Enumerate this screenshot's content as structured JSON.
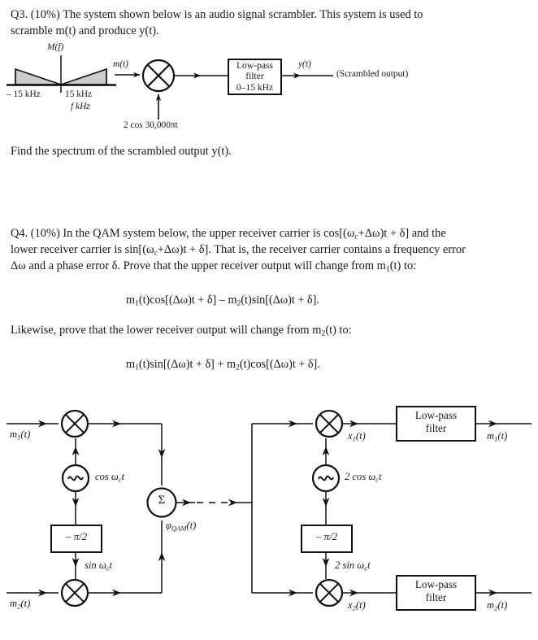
{
  "document": {
    "questions": [
      {
        "id": "q3",
        "number": "Q3.",
        "weight": "(10%)",
        "body_line1": "Q3. (10%) The system shown below is an audio signal scrambler. This system is used to",
        "body_line2": "scramble m(t) and produce y(t).",
        "closing": "Find the spectrum of the scrambled output y(t).",
        "figure": {
          "spectrum_label": "M(f)",
          "axis_left_label": "– 15 kHz",
          "axis_right_label": "15 kHz",
          "axis_unit_label": "f kHz",
          "input_signal_label": "m(t)",
          "carrier_label": "2 cos 30,000πt",
          "filter_line1": "Low-pass",
          "filter_line2": "filter",
          "filter_line3": "0–15 kHz",
          "output_signal_label": "y(t)",
          "output_note": "(Scrambled output)"
        }
      },
      {
        "id": "q4",
        "number": "Q4.",
        "weight": "(10%)",
        "body_line1": "Q4. (10%) In the QAM system below, the upper receiver carrier is cos[(ωc+Δω)t + δ] and the",
        "body_line2": "lower receiver carrier is sin[(ωc+Δω)t + δ]. That is, the receiver carrier contains a frequency error",
        "body_line3": "Δω and a phase error δ.  Prove that the upper receiver output will change from m1(t) to:",
        "equation1": "m1(t)cos[(Δω)t + δ] – m2(t)sin[(Δω)t + δ].",
        "body_line4": "Likewise, prove that the lower receiver output will change from m2(t) to:",
        "equation2": "m1(t)sin[(Δω)t + δ] + m2(t)cos[(Δω)t + δ].",
        "figure": {
          "tx_input_upper": "m1(t)",
          "tx_input_lower": "m2(t)",
          "tx_osc_label": "cos ωct",
          "tx_phase_shift": "– π/2",
          "tx_sin_label": "sin ωct",
          "summer_symbol": "Σ",
          "qam_signal_label": "φQAM(t)",
          "rx_osc_label": "2 cos ωct",
          "rx_phase_shift": "– π/2",
          "rx_sin_label": "2 sin ωct",
          "rx_mixer_out_upper": "x1(t)",
          "rx_mixer_out_lower": "x2(t)",
          "rx_filter_line1": "Low-pass",
          "rx_filter_line2": "filter",
          "rx_output_upper": "m1(t)",
          "rx_output_lower": "m2(t)"
        }
      }
    ]
  },
  "colors": {
    "ink": "#1a1a1a",
    "line": "#111111",
    "spectrum_fill": "#cccccc",
    "paper": "#ffffff"
  }
}
